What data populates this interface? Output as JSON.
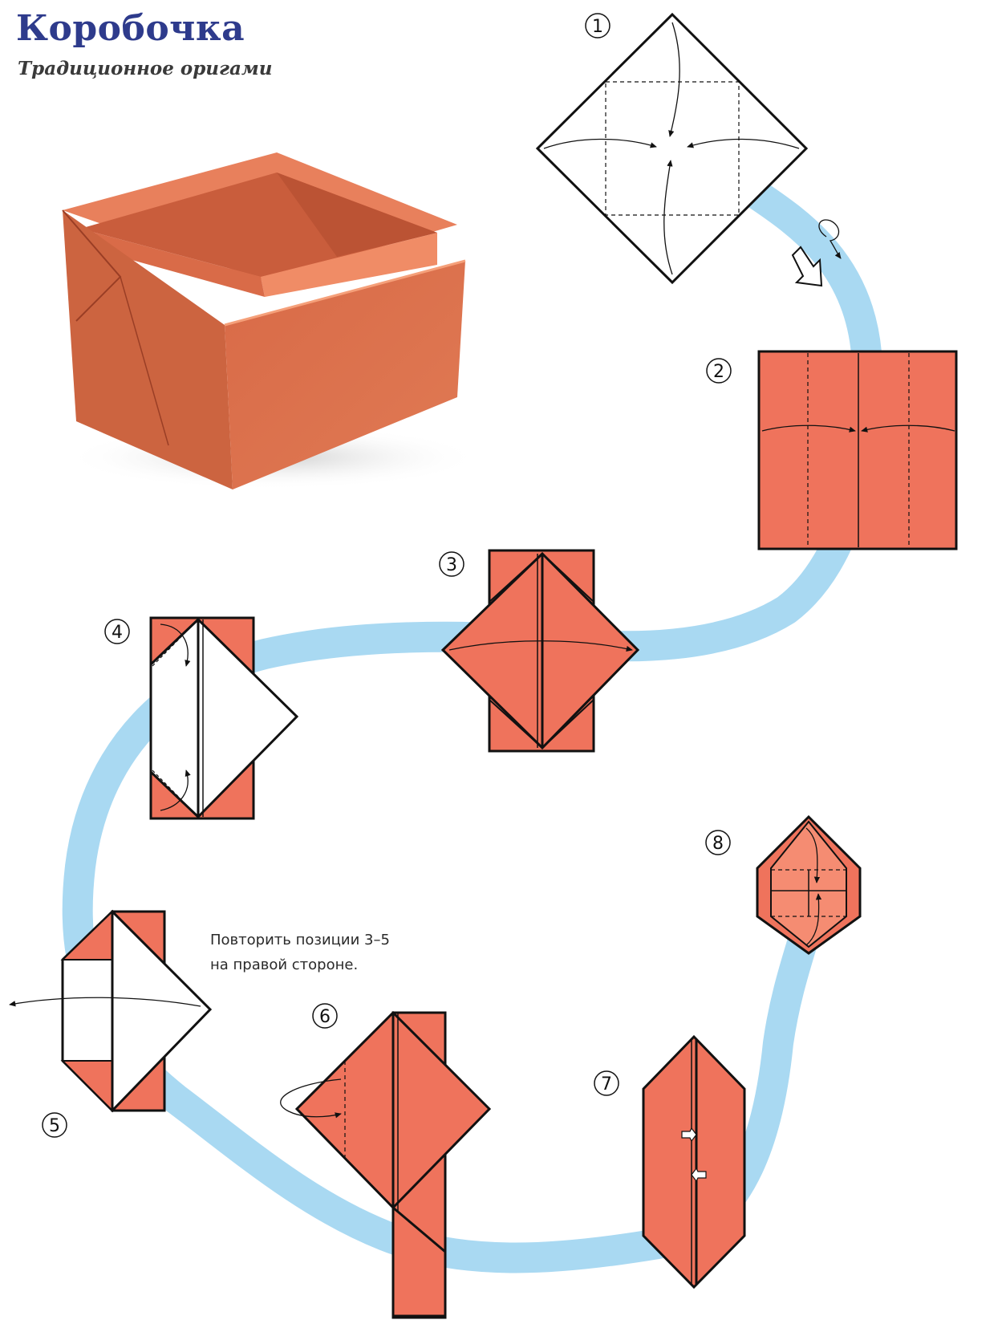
{
  "title": "Коробочка",
  "subtitle": "Традиционное оригами",
  "note": {
    "line1": "Повторить позиции 3–5",
    "line2": "на правой стороне."
  },
  "steps": [
    {
      "number": "1"
    },
    {
      "number": "2"
    },
    {
      "number": "3"
    },
    {
      "number": "4"
    },
    {
      "number": "5"
    },
    {
      "number": "6"
    },
    {
      "number": "7"
    },
    {
      "number": "8"
    }
  ],
  "colors": {
    "title": "#2e3b8c",
    "paper": "#ef735c",
    "paper_light": "#f58c72",
    "path": "#a9d9f2",
    "box_photo": "#e07450"
  },
  "icons": [
    "turn-over-icon",
    "down-arrow-icon",
    "fold-arrow-icon"
  ]
}
